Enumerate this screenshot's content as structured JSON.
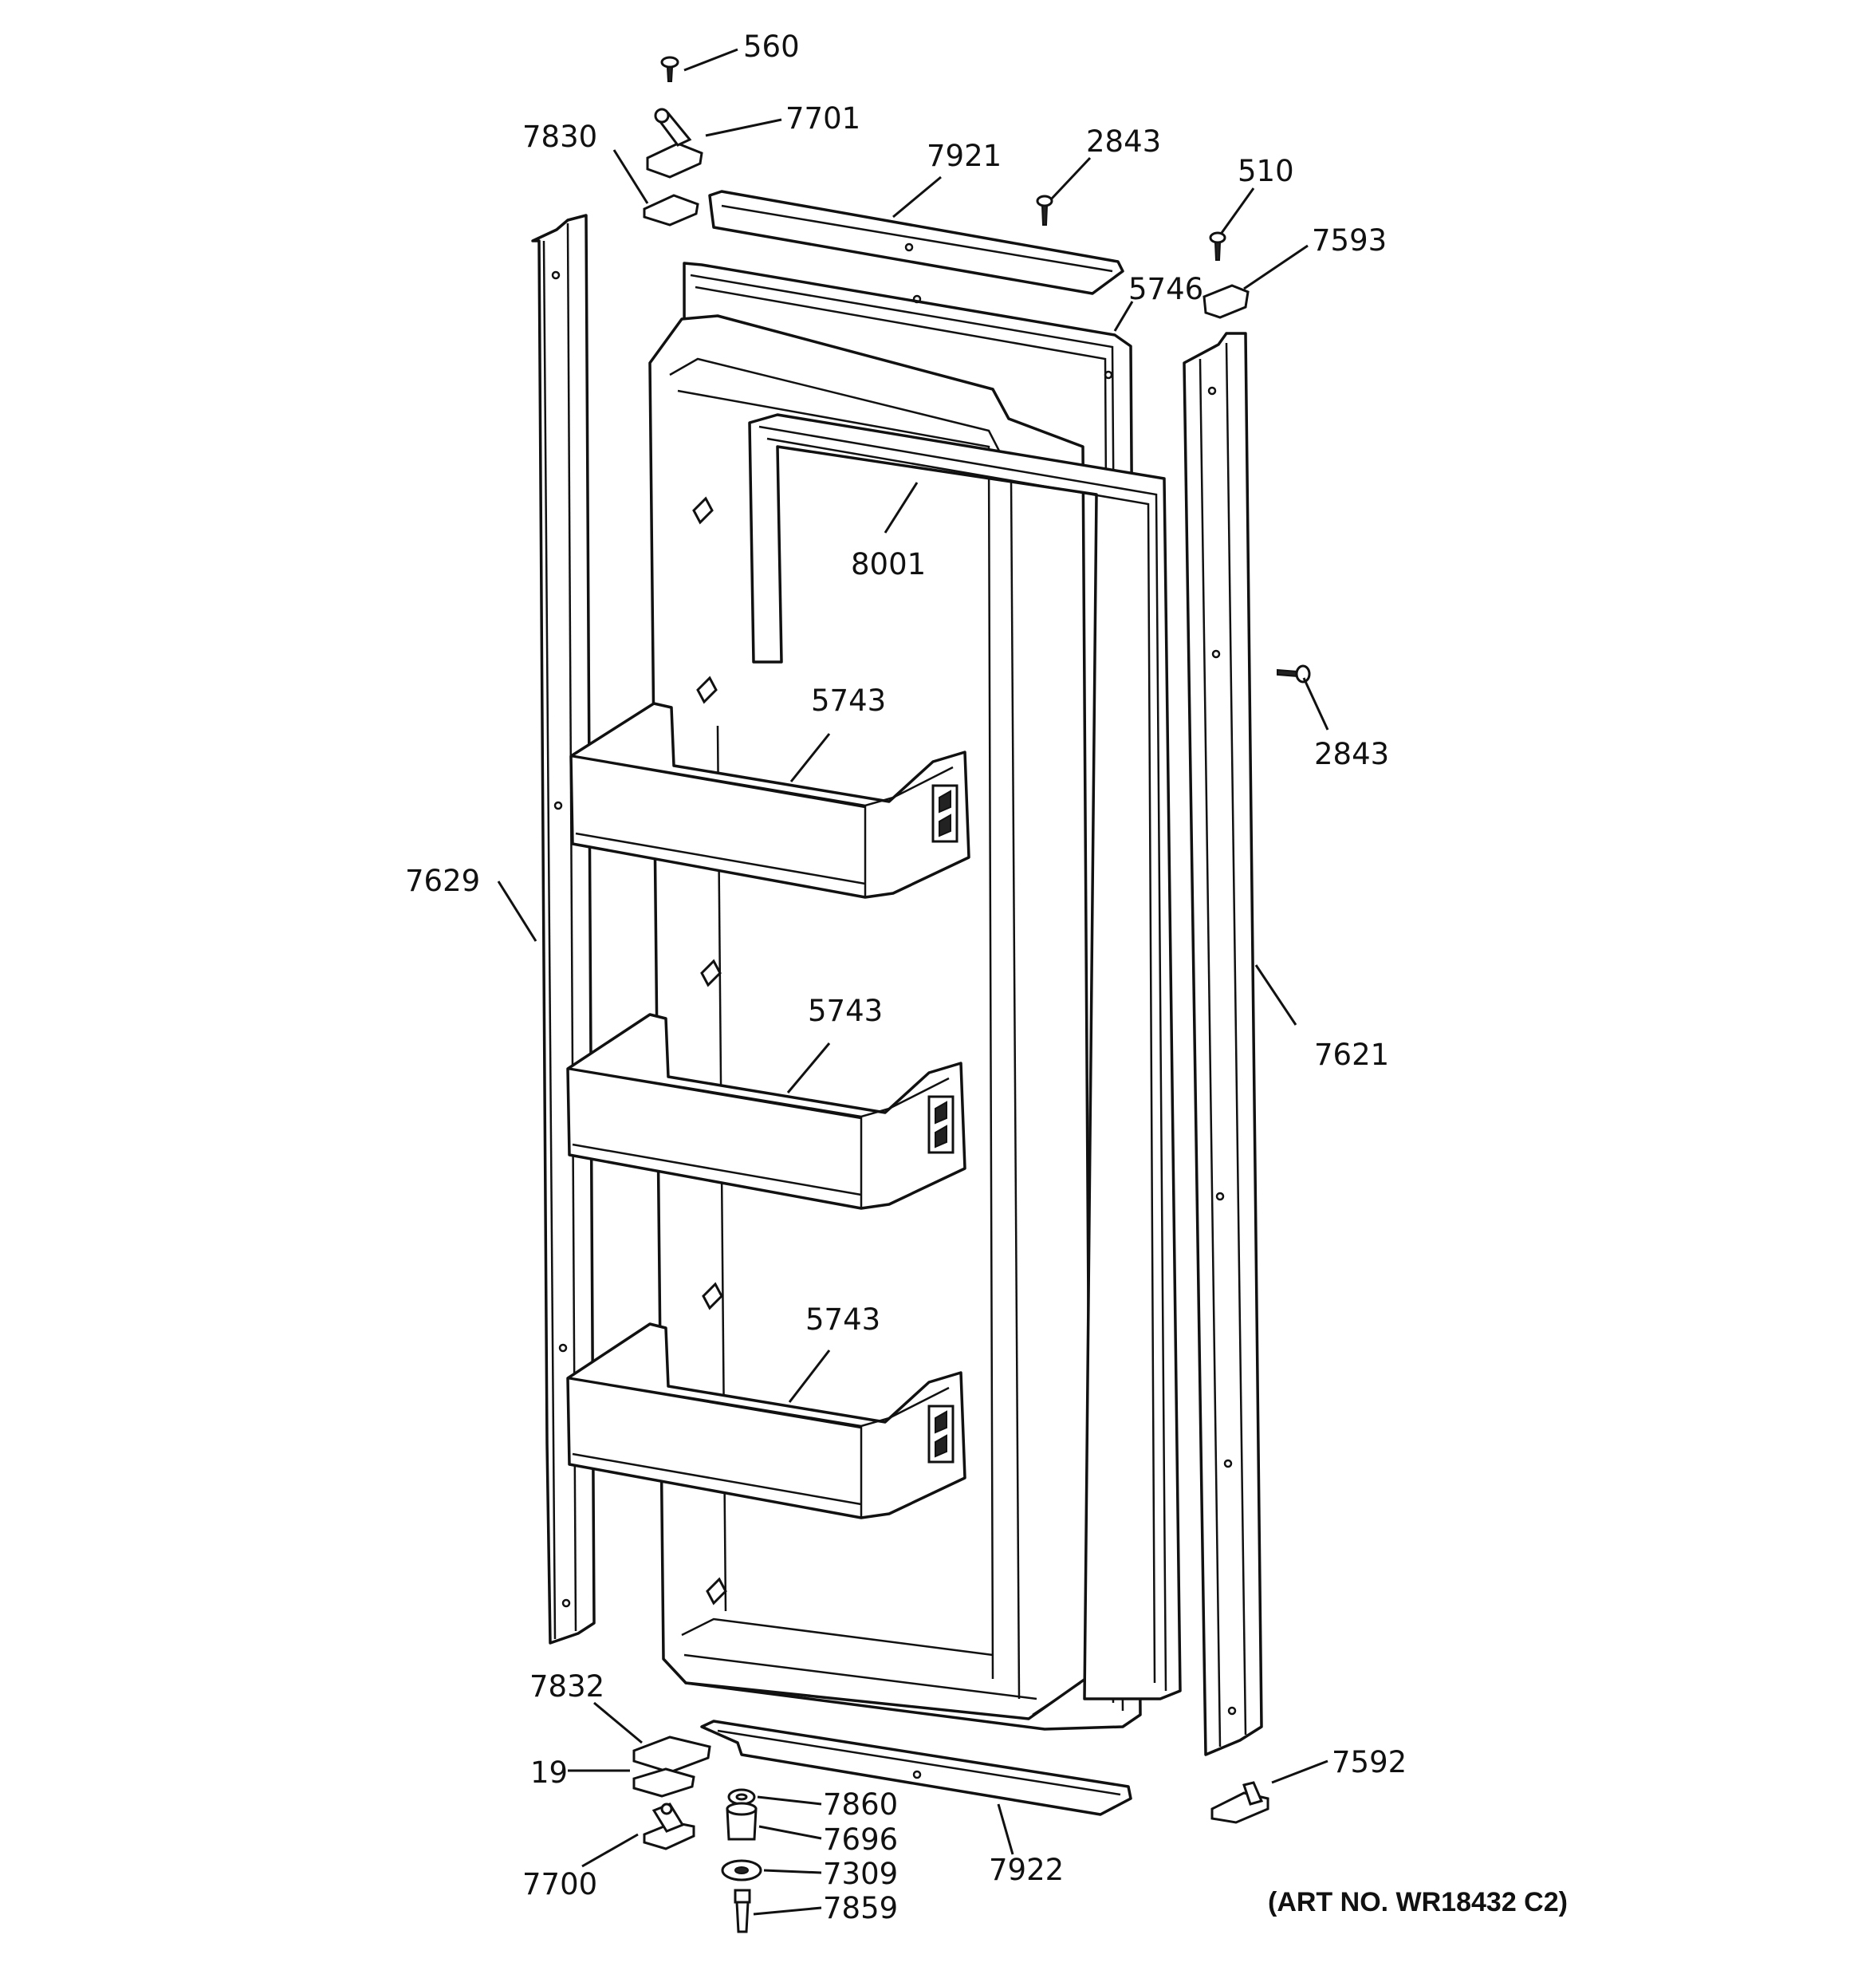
{
  "labels": {
    "l560": "560",
    "l7701": "7701",
    "l7830": "7830",
    "l7921": "7921",
    "l2843a": "2843",
    "l510": "510",
    "l7593": "7593",
    "l5746": "5746",
    "l8001": "8001",
    "l2843b": "2843",
    "l5743a": "5743",
    "l5743b": "5743",
    "l5743c": "5743",
    "l7629": "7629",
    "l7621": "7621",
    "l7832": "7832",
    "l19": "19",
    "l7700": "7700",
    "l7860": "7860",
    "l7696": "7696",
    "l7309": "7309",
    "l7859": "7859",
    "l7922": "7922",
    "l7592": "7592"
  },
  "art_number": "(ART NO. WR18432 C2)"
}
